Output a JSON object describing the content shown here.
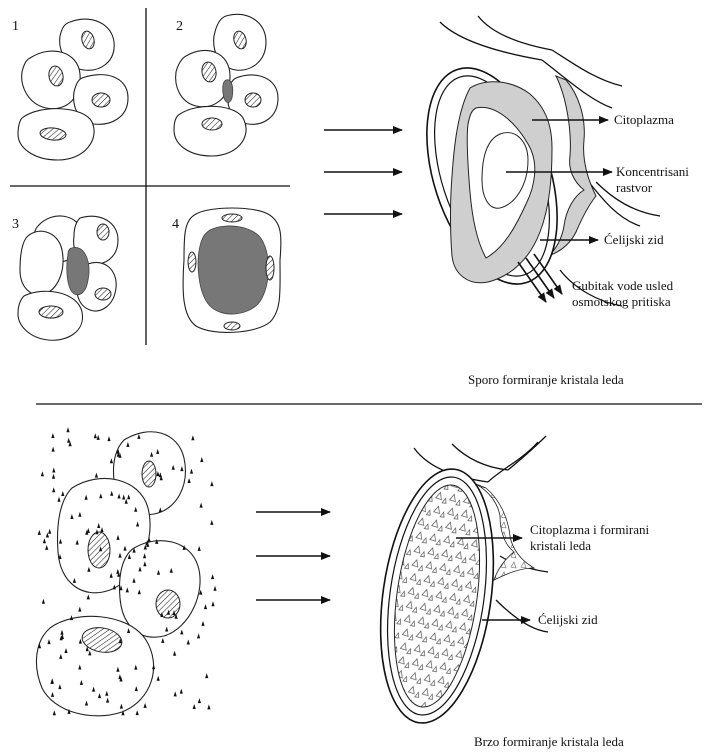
{
  "panel_numbers": [
    "1",
    "2",
    "3",
    "4"
  ],
  "slow": {
    "labels": {
      "cytoplasm": "Citoplazma",
      "concentrated_1": "Koncentrisani",
      "concentrated_2": "rastvor",
      "cell_wall": "Ćelijski zid",
      "water_loss_1": "Gubitak vode usled",
      "water_loss_2": "osmotskog pritiska"
    },
    "caption": "Sporo formiranje kristala leda"
  },
  "fast": {
    "labels": {
      "cytoplasm_1": "Citoplazma i formirani",
      "cytoplasm_2": "kristali leda",
      "cell_wall": "Ćelijski zid"
    },
    "caption": "Brzo formiranje kristala leda"
  },
  "colors": {
    "ink": "#111111",
    "ice_gray": "#777777",
    "cytoplasm_gray": "#cfcfcf"
  }
}
